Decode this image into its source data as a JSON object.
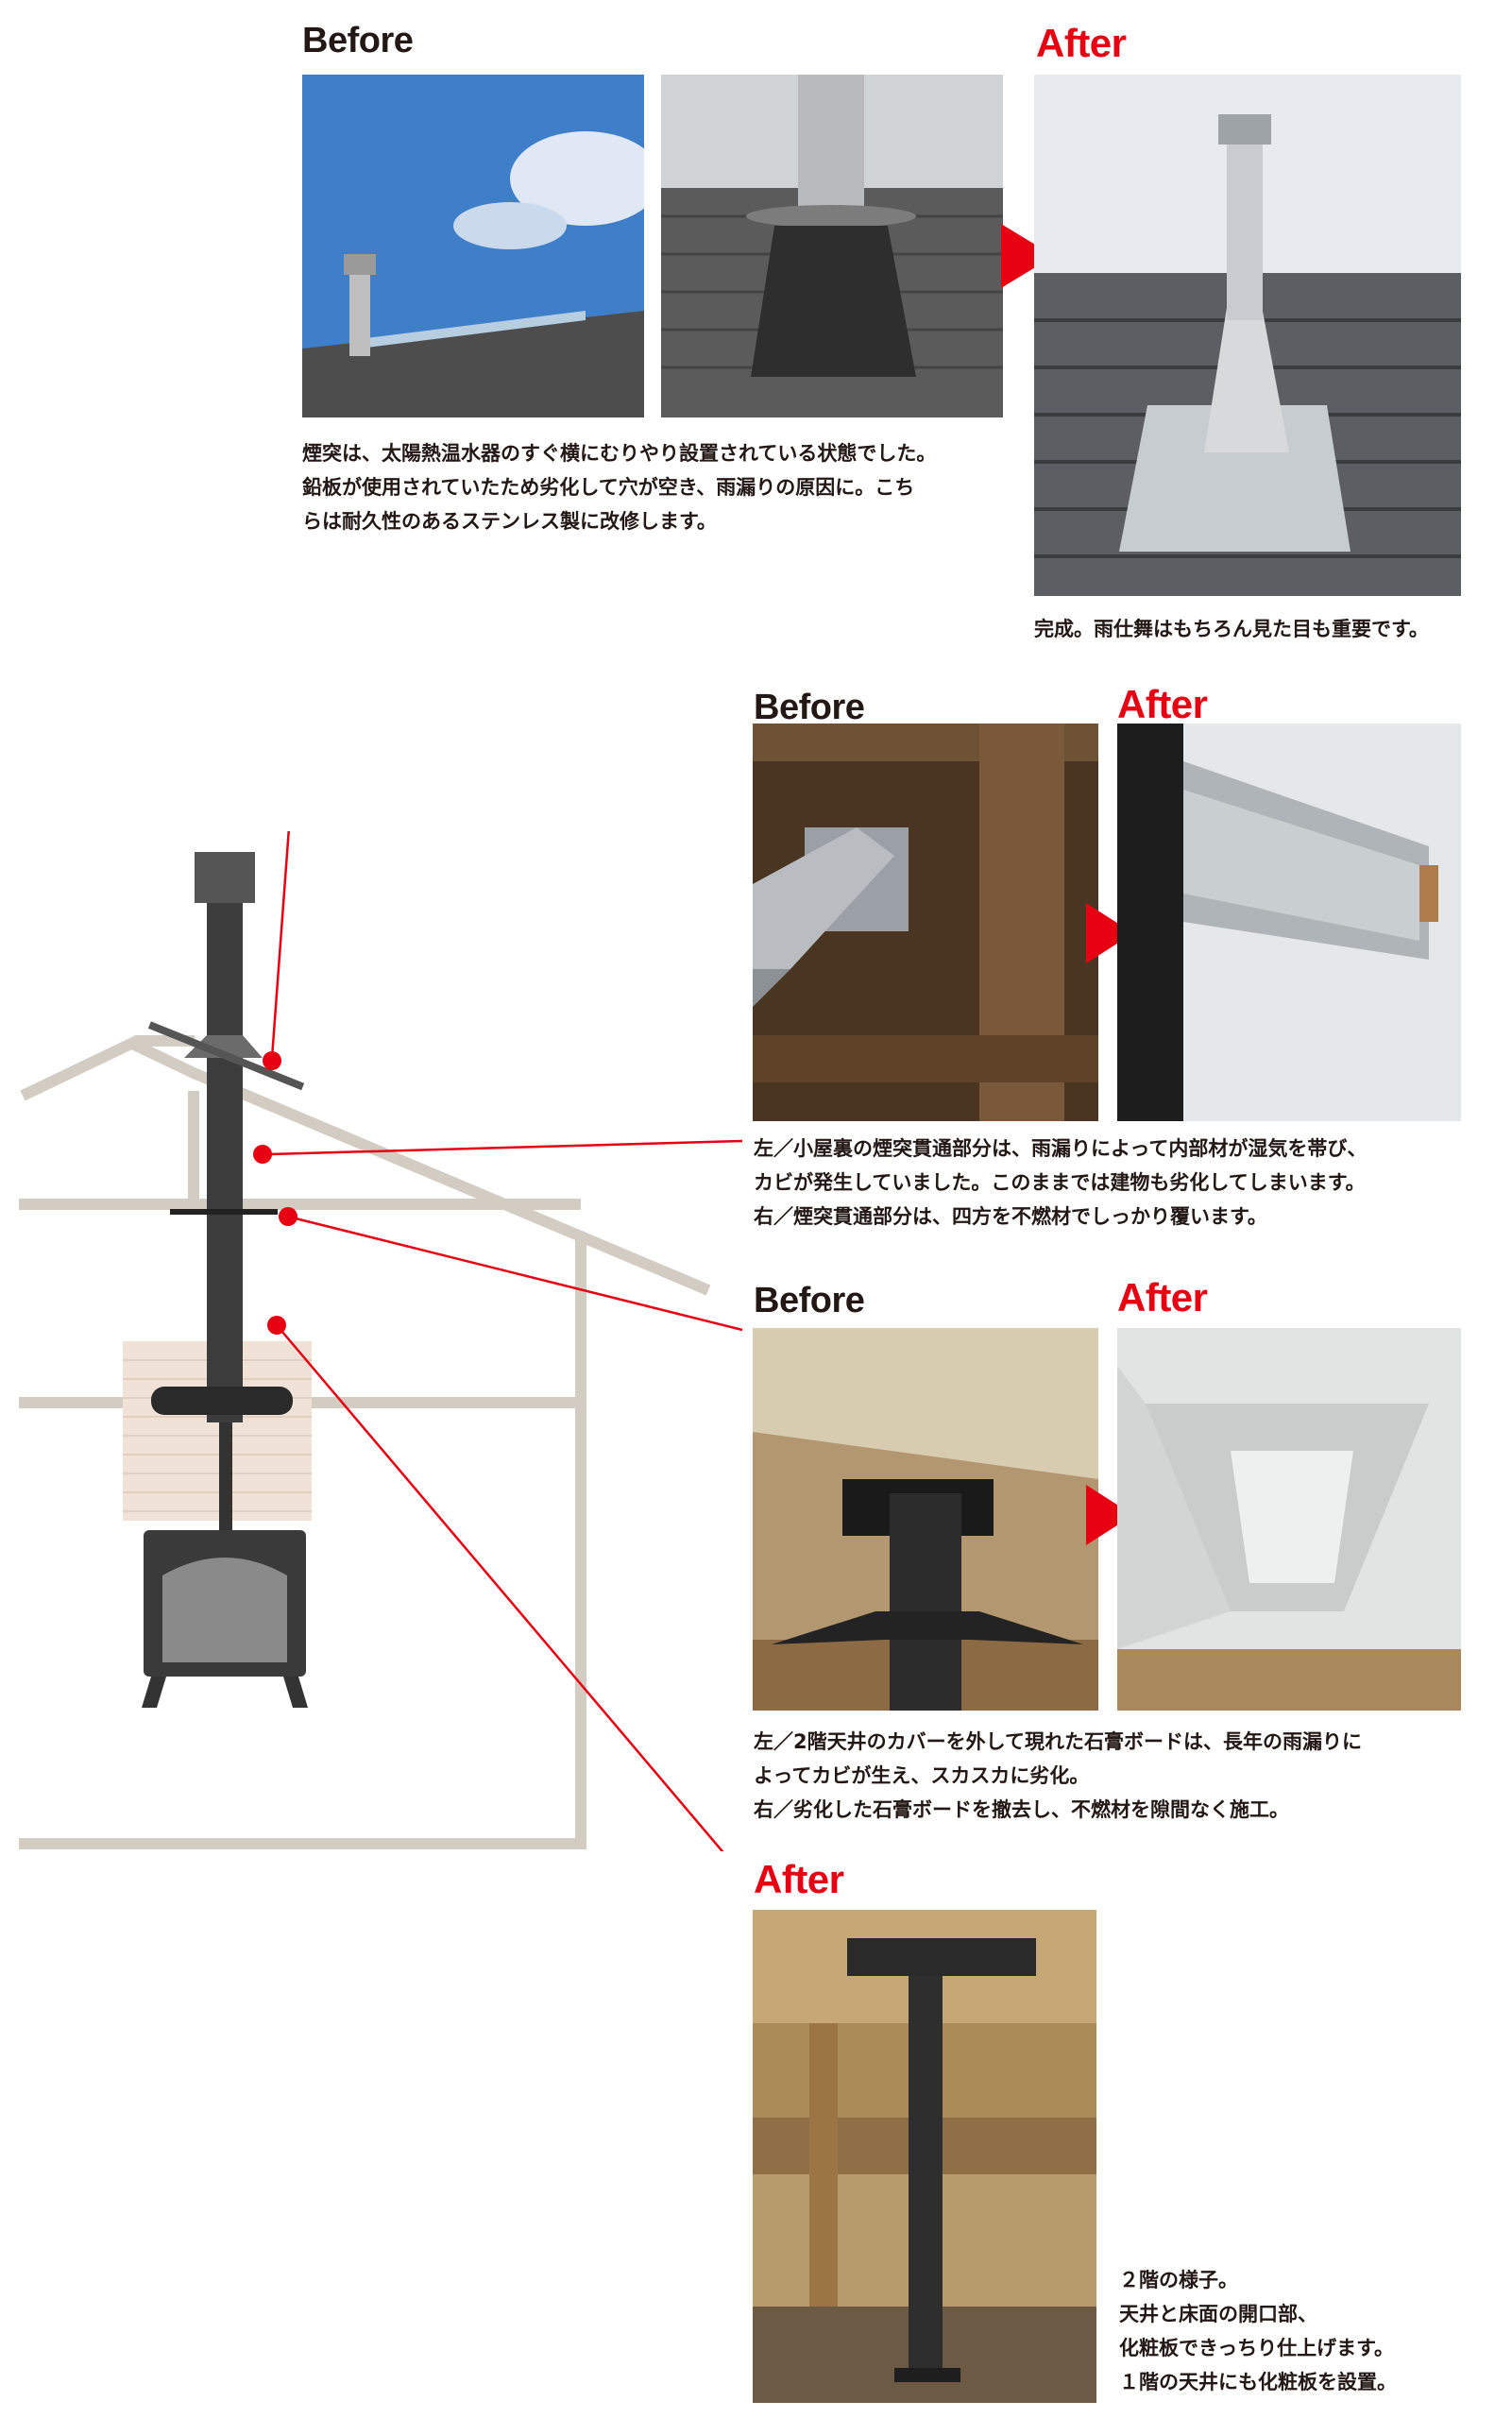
{
  "sections": {
    "roof": {
      "before_label": "Before",
      "after_label": "After",
      "caption_lines": [
        "煙突は、太陽熱温水器のすぐ横にむりやり設置されている状態でした。",
        "鉛板が使用されていたため劣化して穴が空き、雨漏りの原因に。こち",
        "らは耐久性のあるステンレス製に改修します。"
      ],
      "after_caption": "完成。雨仕舞はもちろん見た目も重要です。"
    },
    "attic": {
      "before_label": "Before",
      "after_label": "After",
      "caption_lines": [
        "左／小屋裏の煙突貫通部分は、雨漏りによって内部材が湿気を帯び、",
        "カビが発生していました。このままでは建物も劣化してしまいます。",
        "右／煙突貫通部分は、四方を不燃材でしっかり覆います。"
      ]
    },
    "ceiling": {
      "before_label": "Before",
      "after_label": "After",
      "caption_lines": [
        "左／2階天井のカバーを外して現れた石膏ボードは、長年の雨漏りに",
        "よってカビが生え、スカスカに劣化。",
        "右／劣化した石膏ボードを撤去し、不燃材を隙間なく施工。"
      ]
    },
    "floor": {
      "after_label": "After",
      "caption_lines": [
        "２階の様子。",
        "天井と床面の開口部、",
        "化粧板できっちり仕上げます。",
        "１階の天井にも化粧板を設置。"
      ]
    }
  },
  "colors": {
    "accent": "#e60012",
    "text": "#231815",
    "house_outline": "#d3ccc2",
    "chimney": "#3c3c3c"
  }
}
